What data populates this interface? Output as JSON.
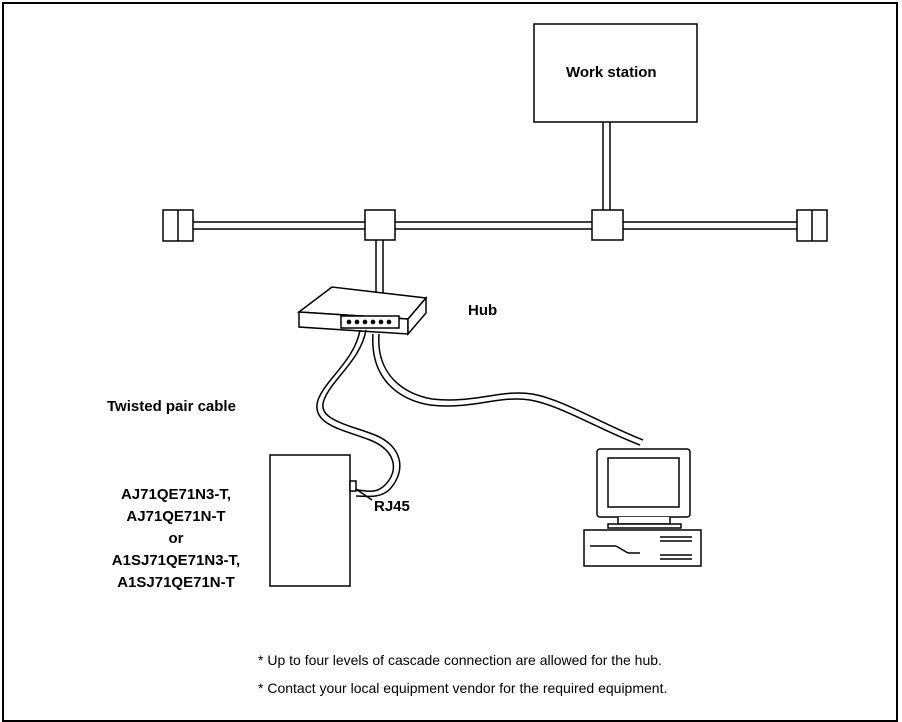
{
  "labels": {
    "workstation": "Work station",
    "hub": "Hub",
    "twisted_pair": "Twisted pair cable",
    "rj45": "RJ45",
    "module_lines": [
      "AJ71QE71N3-T,",
      "AJ71QE71N-T",
      "or",
      "A1SJ71QE71N3-T,",
      "A1SJ71QE71N-T"
    ]
  },
  "notes": [
    "* Up to four levels of cascade connection are allowed for the hub.",
    "* Contact your local equipment vendor for the required equipment."
  ],
  "colors": {
    "line": "#000000",
    "background": "#ffffff"
  },
  "icons": [
    "terminator-icon",
    "transceiver-icon",
    "hub-icon",
    "computer-icon",
    "rj45-connector-icon"
  ]
}
